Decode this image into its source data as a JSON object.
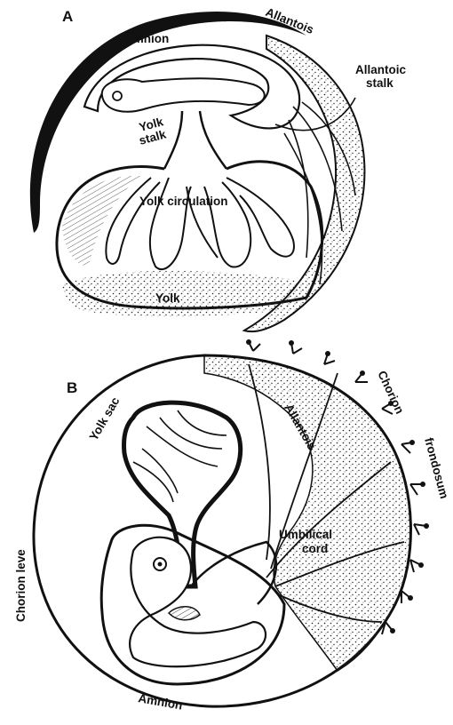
{
  "panel_a": {
    "letter": "A",
    "labels": {
      "amnion": "Amnion",
      "allantois": "Allantois",
      "allantoic_stalk_1": "Allantoic",
      "allantoic_stalk_2": "stalk",
      "yolk_stalk_1": "Yolk",
      "yolk_stalk_2": "stalk",
      "yolk_circulation": "Yolk circulation",
      "yolk": "Yolk"
    }
  },
  "panel_b": {
    "letter": "B",
    "labels": {
      "yolk_sac": "Yolk sac",
      "allantois": "Allantois",
      "chorion": "Chorion",
      "frondosum": "frondosum",
      "umbilical_cord_1": "Umbilical",
      "umbilical_cord_2": "cord",
      "chorion_leve": "Chorion leve",
      "amnion": "Amnion"
    }
  },
  "colors": {
    "ink": "#111111",
    "paper": "#ffffff"
  }
}
